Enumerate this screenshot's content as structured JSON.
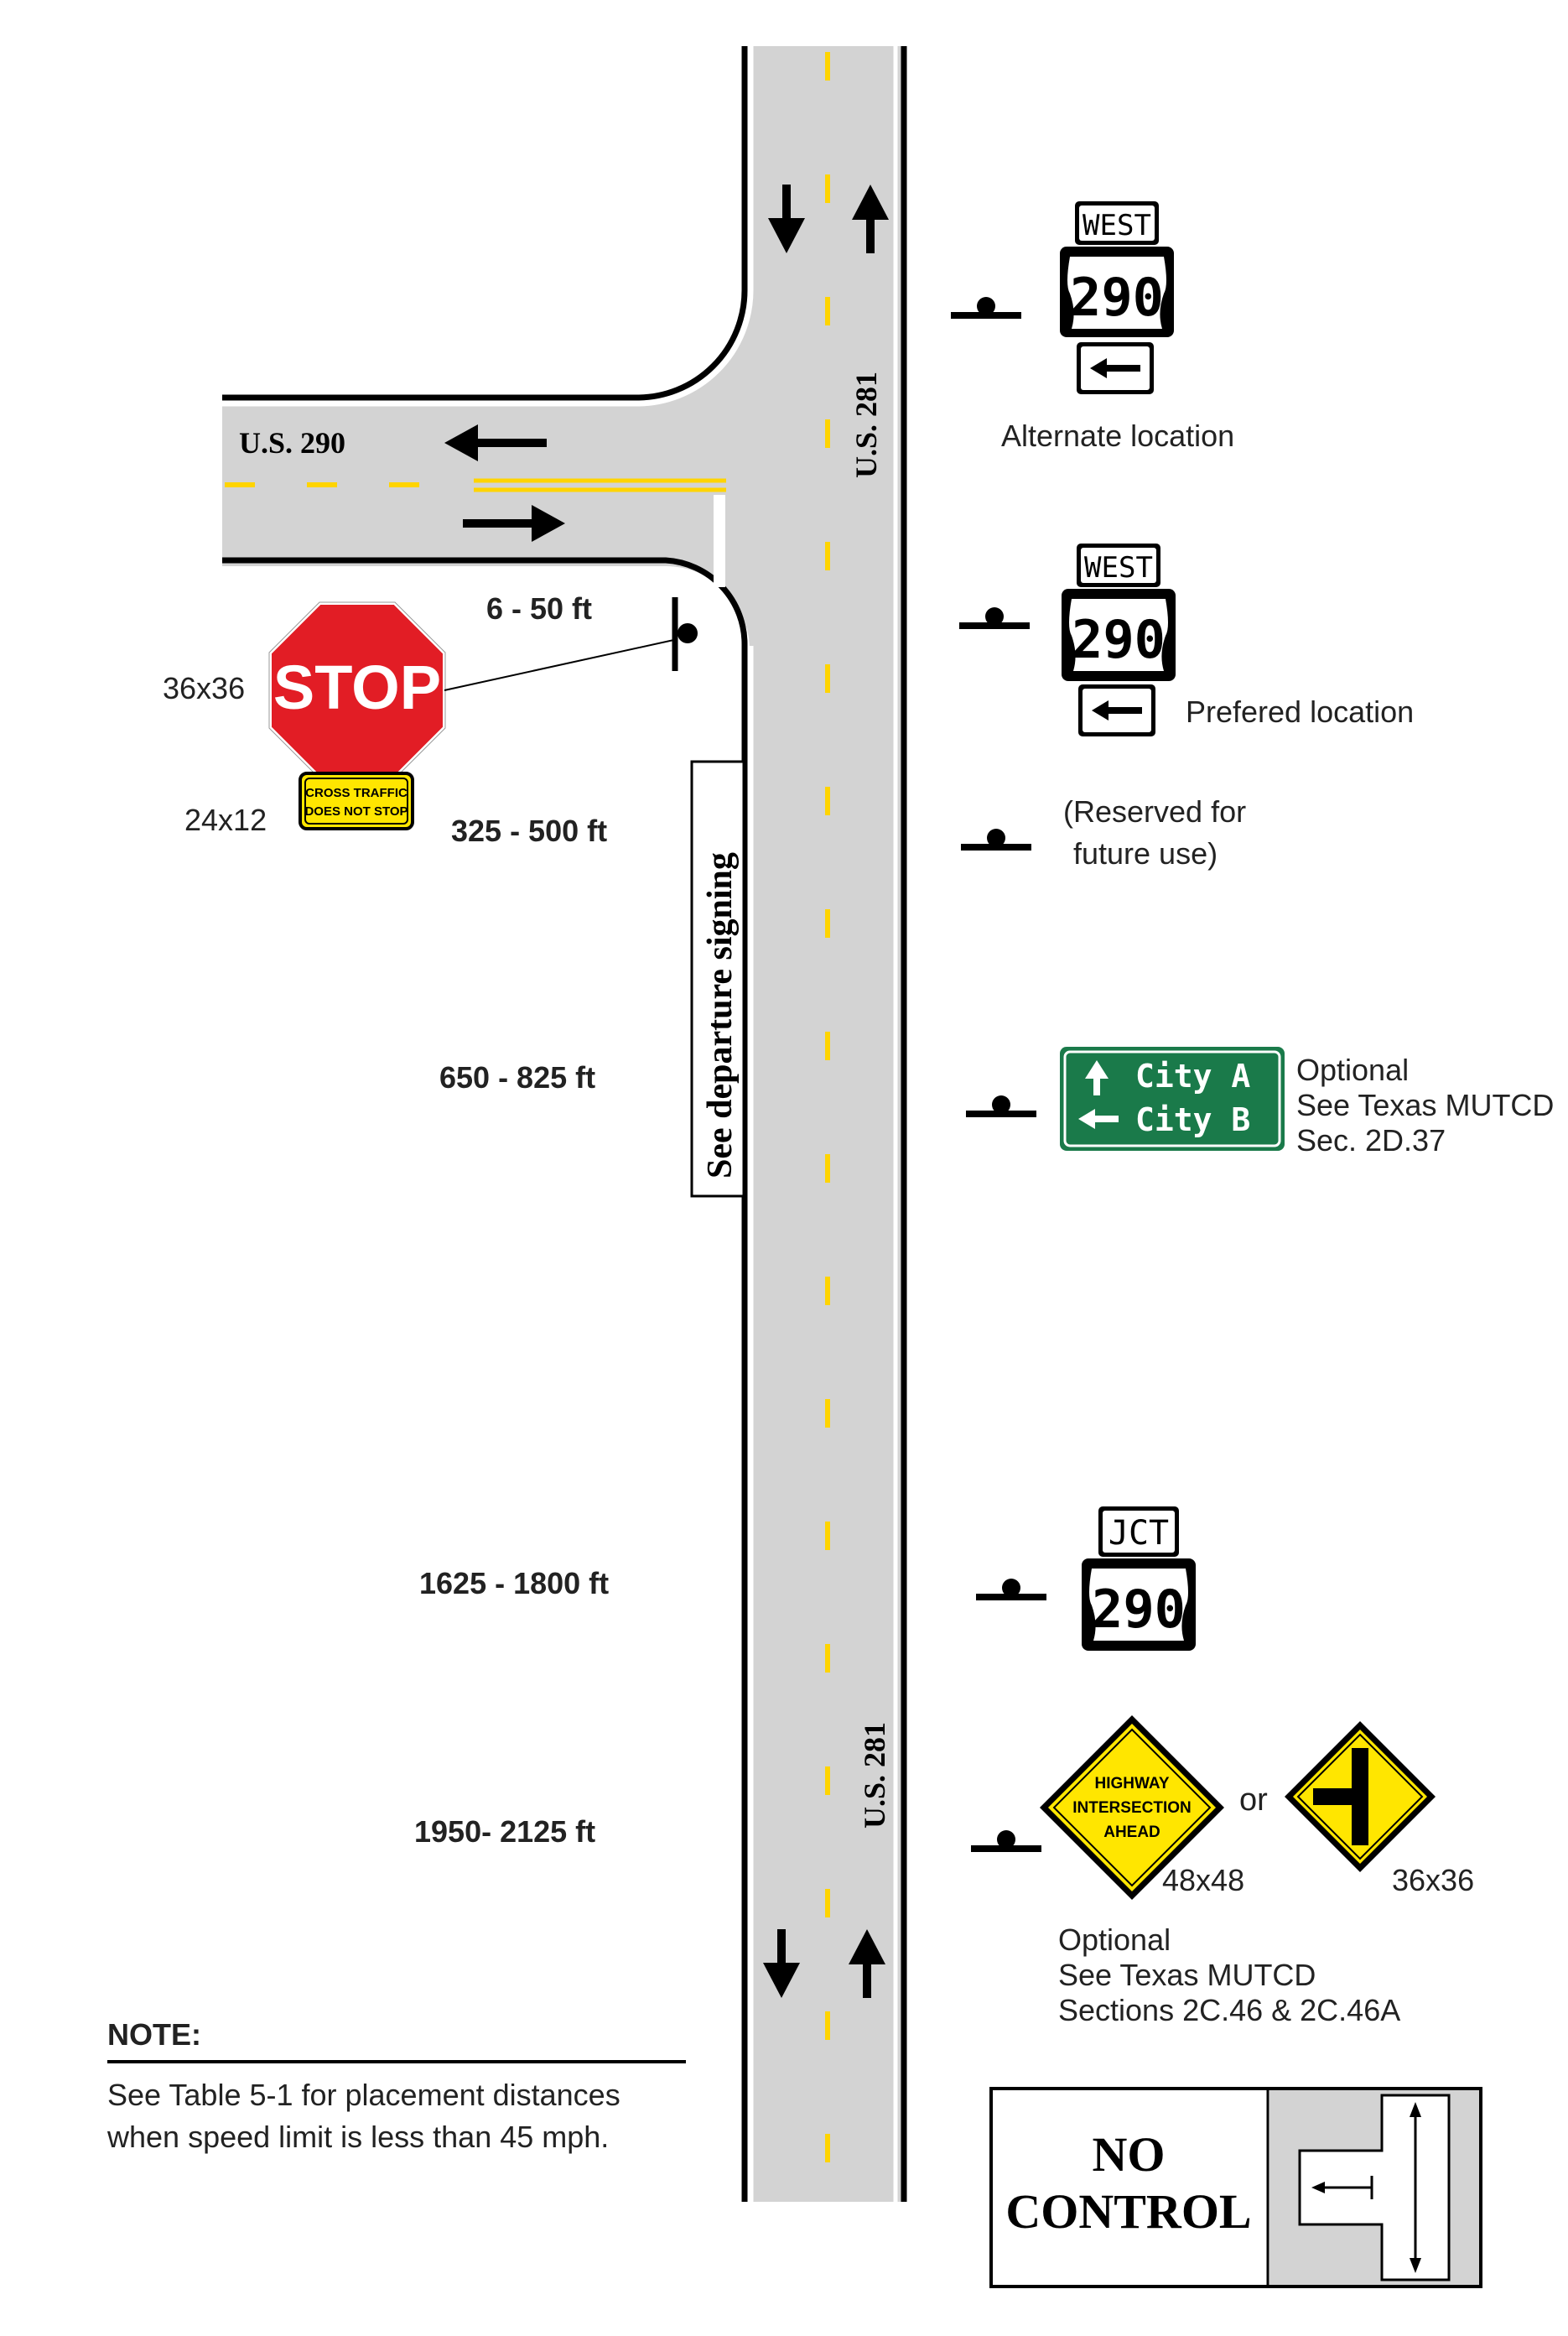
{
  "roads": {
    "crossroad_label": "U.S. 290",
    "mainroad_label_top": "U.S. 281",
    "mainroad_label_bottom": "U.S. 281"
  },
  "distances": {
    "d1": "6 - 50 ft",
    "d2": "325 - 500 ft",
    "d3": "650 - 825 ft",
    "d4": "1625 - 1800 ft",
    "d5": "1950-  2125 ft"
  },
  "departure_note": "See departure signing",
  "stop_sign": {
    "text": "STOP",
    "size": "36x36",
    "color": "#e21d25"
  },
  "cross_traffic_plaque": {
    "line1": "CROSS  TRAFFIC",
    "line2": "DOES  NOT  STOP",
    "size": "24x12",
    "color": "#ffe600"
  },
  "assembly_alternate": {
    "cardinal": "WEST",
    "route": "290",
    "caption": "Alternate location"
  },
  "assembly_preferred": {
    "cardinal": "WEST",
    "route": "290",
    "caption": "Prefered location"
  },
  "reserved": {
    "line1": "(Reserved for",
    "line2": "future use)"
  },
  "guide_sign": {
    "line1": "City A",
    "line2": "City B",
    "color": "#1a7a4a",
    "note1": "Optional",
    "note2": "See Texas MUTCD",
    "note3": "Sec. 2D.37"
  },
  "junction_assembly": {
    "jct": "JCT",
    "route": "290"
  },
  "warning_signs": {
    "w1_line1": "HIGHWAY",
    "w1_line2": "INTERSECTION",
    "w1_line3": "AHEAD",
    "w1_size": "48x48",
    "or_text": "or",
    "w2_size": "36x36",
    "color": "#ffe600",
    "note1": "Optional",
    "note2": "See Texas MUTCD",
    "note3": "Sections 2C.46 & 2C.46A"
  },
  "note": {
    "heading": "NOTE:",
    "line1": "See Table 5-1 for placement distances",
    "line2": "when speed limit is less than 45 mph."
  },
  "control_box": {
    "line1": "NO",
    "line2": "CONTROL"
  },
  "colors": {
    "pavement": "#d3d3d3",
    "centerline": "#ffd400",
    "edge": "#000000"
  }
}
